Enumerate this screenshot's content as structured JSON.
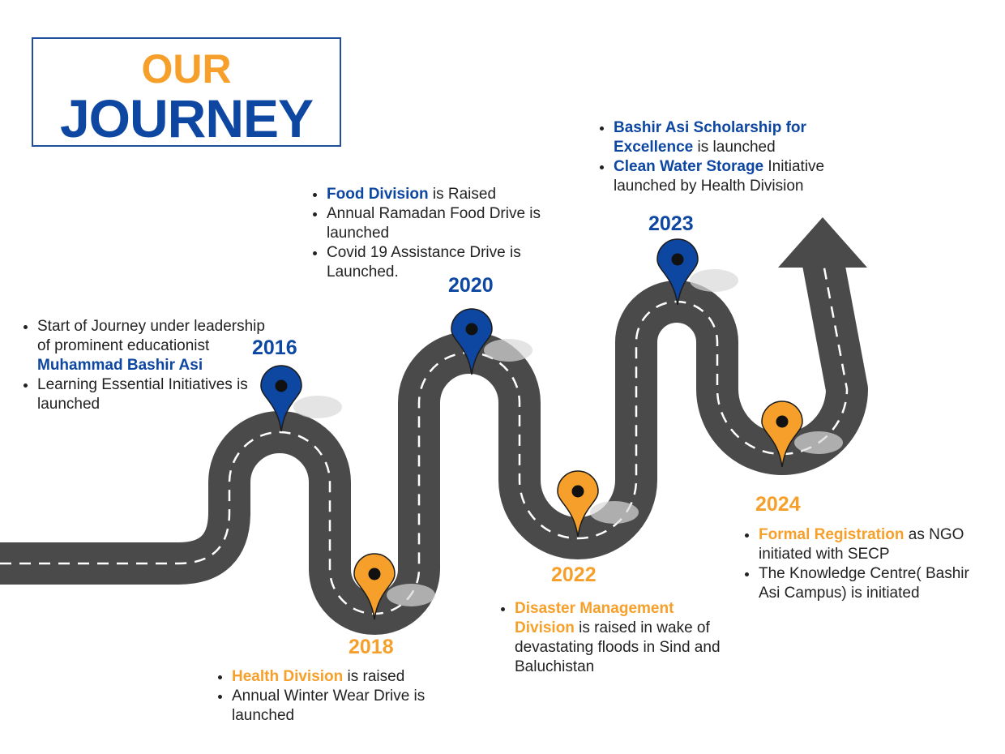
{
  "title": {
    "line1": "OUR",
    "line2": "JOURNEY"
  },
  "colors": {
    "blue": "#0d47a1",
    "orange": "#f6a02b",
    "road": "#4a4a4a",
    "text": "#222222"
  },
  "milestones": [
    {
      "year": "2016",
      "pin_color": "blue",
      "items": [
        {
          "pre": "Start of Journey under leadership of  prominent educationist ",
          "highlight": "Muhammad Bashir Asi",
          "post": ""
        },
        {
          "pre": "Learning Essential Initiatives is launched",
          "highlight": "",
          "post": ""
        }
      ]
    },
    {
      "year": "2018",
      "pin_color": "orange",
      "items": [
        {
          "pre": "",
          "highlight": "Health Division",
          "post": " is raised"
        },
        {
          "pre": "Annual Winter Wear Drive is launched",
          "highlight": "",
          "post": ""
        }
      ]
    },
    {
      "year": "2020",
      "pin_color": "blue",
      "items": [
        {
          "pre": "",
          "highlight": "Food Division",
          "post": " is Raised"
        },
        {
          "pre": "Annual Ramadan Food Drive is launched",
          "highlight": "",
          "post": ""
        },
        {
          "pre": "Covid 19 Assistance Drive is Launched.",
          "highlight": "",
          "post": ""
        }
      ]
    },
    {
      "year": "2022",
      "pin_color": "orange",
      "items": [
        {
          "pre": "",
          "highlight": "Disaster Management Division",
          "post": " is raised in wake of devastating floods in Sind and Baluchistan"
        }
      ]
    },
    {
      "year": "2023",
      "pin_color": "blue",
      "items": [
        {
          "pre": "",
          "highlight": "Bashir Asi Scholarship for Excellence",
          "post": " is launched"
        },
        {
          "pre": "",
          "highlight": "Clean Water Storage",
          "post": " Initiative launched by Health Division"
        }
      ]
    },
    {
      "year": "2024",
      "pin_color": "orange",
      "items": [
        {
          "pre": "",
          "highlight": "Formal Registration",
          "post": " as NGO initiated with SECP"
        },
        {
          "pre": "The Knowledge Centre( Bashir Asi Campus) is initiated",
          "highlight": "",
          "post": ""
        }
      ]
    }
  ]
}
